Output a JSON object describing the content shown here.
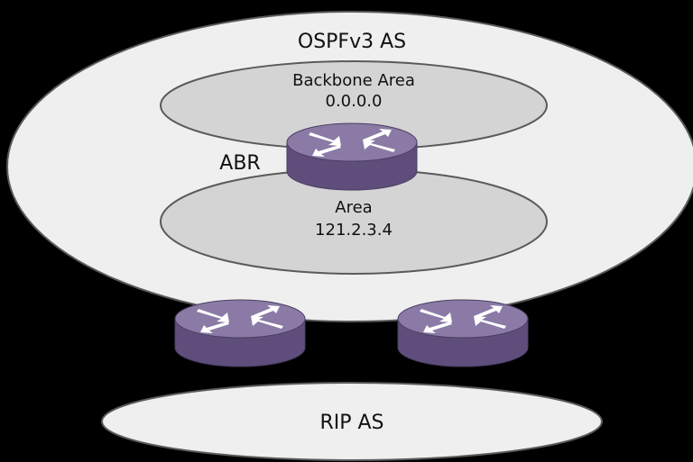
{
  "diagram": {
    "outer_as_label": "OSPFv3 AS",
    "backbone": {
      "name": "Backbone Area",
      "id": "0.0.0.0"
    },
    "area": {
      "name": "Area",
      "id": "121.2.3.4"
    },
    "abr_label": "ABR",
    "rip_as_label": "RIP AS",
    "icons": {
      "abr_router": "router-icon",
      "asbr_left_router": "router-icon",
      "asbr_right_router": "router-icon"
    },
    "colors": {
      "background": "#000000",
      "ospf_as_fill": "#efefef",
      "area_fill": "#d4d4d4",
      "outline": "#5a5a5a",
      "router_top": "#8a7aa5",
      "router_side": "#5f4e7b",
      "router_arrows": "#ffffff"
    }
  }
}
